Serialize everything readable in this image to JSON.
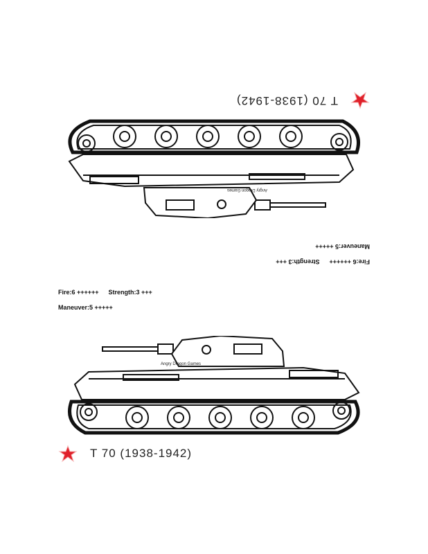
{
  "cards": {
    "top": {
      "fire": "Fire:6 ++++++",
      "strength": "Strength:3 +++",
      "maneuver": "Maneuver:5 +++++",
      "watermark": "Angry Dragon Games",
      "title": "T 70  (1938-1942)",
      "icon": "red-star-icon"
    },
    "bottom": {
      "fire": "Fire:6 ++++++",
      "strength": "Strength:3 +++",
      "maneuver": "Maneuver:5 +++++",
      "watermark": "Angry Dragon Games",
      "title": "T 70  (1938-1942)",
      "icon": "red-star-icon"
    }
  },
  "colors": {
    "star": "#e0202a",
    "line": "#111111"
  }
}
